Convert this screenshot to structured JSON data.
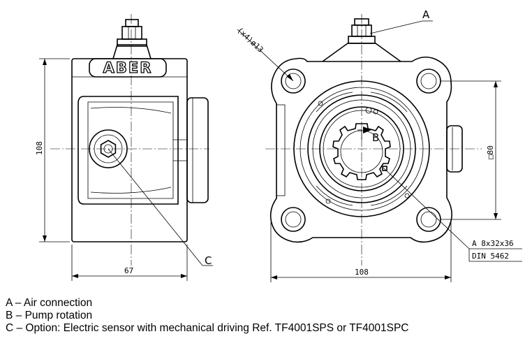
{
  "brand": "ABER",
  "side_view": {
    "height_dim": "108",
    "width_dim": "67",
    "label_c": "C"
  },
  "front_view": {
    "label_a": "A",
    "label_b": "B",
    "holes_dim": "(x4)ø13",
    "square_dim": "□80",
    "width_dim": "108",
    "spline_line1": "A 8x32x36",
    "spline_line2": "DIN 5462"
  },
  "legend": [
    "A – Air connection",
    "B – Pump rotation",
    "C – Option: Electric sensor with mechanical driving Ref. TF4001SPS or TF4001SPC"
  ]
}
